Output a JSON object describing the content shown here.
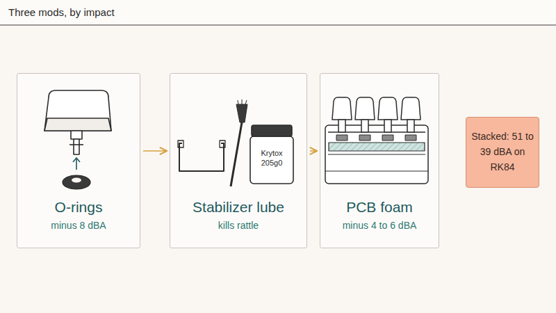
{
  "diagram": {
    "title": "Three mods, by impact",
    "nodes": [
      {
        "text": [
          "O-rings",
          "minus 8 dBA"
        ]
      },
      {
        "text": [
          "Stabilizer lube",
          "kills rattle"
        ]
      },
      {
        "text": [
          "PCB foam",
          "minus 4 to 6 dBA"
        ]
      },
      {
        "text": [
          "Stacked: 51 to 39 dBA on RK84"
        ]
      }
    ],
    "edges": [
      {
        "from": 0,
        "to": 1,
        "arrow": "to"
      },
      {
        "from": 1,
        "to": 2,
        "arrow": "to"
      }
    ],
    "labels": [
      "Krytox 205g0"
    ]
  }
}
